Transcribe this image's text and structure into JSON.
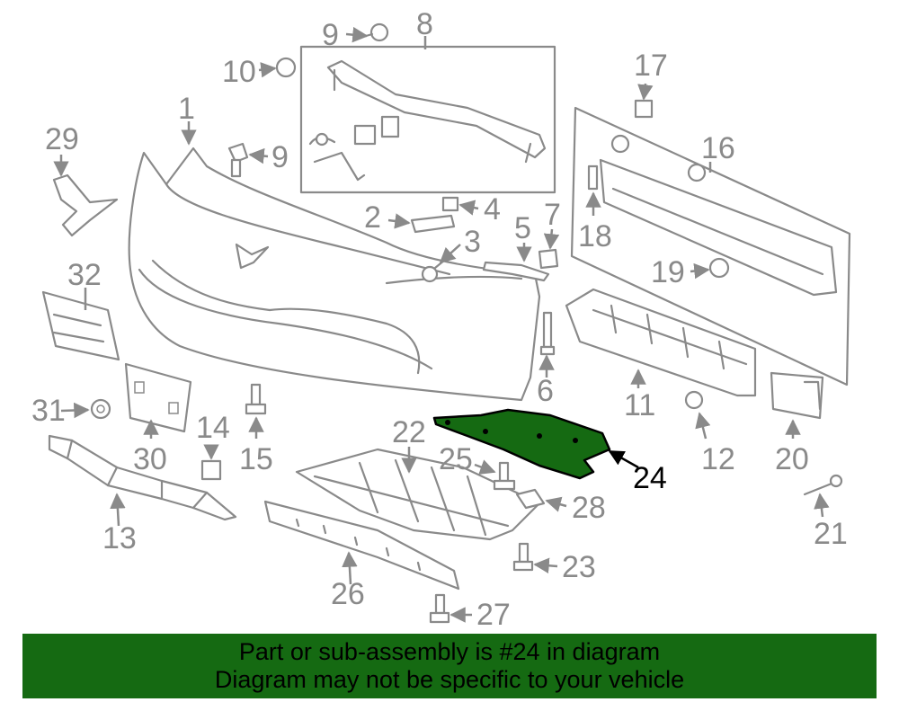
{
  "diagram": {
    "callouts": [
      "1",
      "2",
      "3",
      "4",
      "5",
      "6",
      "7",
      "8",
      "9",
      "9",
      "10",
      "11",
      "12",
      "13",
      "14",
      "15",
      "16",
      "17",
      "18",
      "19",
      "20",
      "21",
      "22",
      "23",
      "24",
      "25",
      "26",
      "27",
      "28",
      "29",
      "30",
      "31",
      "32"
    ],
    "highlight_color": "#156a12"
  },
  "banner": {
    "line1": "Part or sub-assembly is #24 in diagram",
    "line2": "Diagram may not be specific to your vehicle",
    "background": "#156a12"
  }
}
